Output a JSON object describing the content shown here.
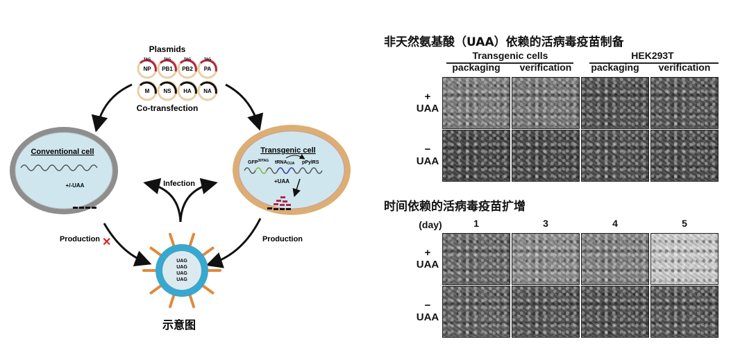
{
  "diagram": {
    "plasmids_title": "Plasmids",
    "tag": "TAG",
    "plasmids_row1": [
      "NP",
      "PB1",
      "PB2",
      "PA"
    ],
    "plasmids_row2": [
      "M",
      "NS",
      "HA",
      "NA"
    ],
    "cotransfection": "Co-transfection",
    "conventional_cell": {
      "title": "Conventional cell",
      "condition": "+/-UAA"
    },
    "transgenic_cell": {
      "title": "Transgenic cell",
      "gene1": "GFP",
      "gene1_sup": "39TAG",
      "gene2": "tRNA",
      "gene2_sub": "CUA",
      "gene3": "pPylRS",
      "condition": "+UAA"
    },
    "infection": "Infection",
    "production_left": "Production",
    "production_right": "Production",
    "virus_labels": [
      "UAG",
      "UAG",
      "UAG",
      "UAG"
    ],
    "caption": "示意图",
    "colors": {
      "conventional_ring": "#9a9a9a",
      "transgenic_ring": "#d9a96a",
      "cell_inner": "#cfe6ef",
      "red_tag": "#b0284a",
      "virus": "#3aa7cf",
      "spike": "#e08a3a"
    }
  },
  "panel1": {
    "title": "非天然氨基酸（UAA）依赖的活病毒疫苗制备",
    "groups": [
      "Transgenic cells",
      "HEK293T"
    ],
    "columns": [
      "packaging",
      "verification",
      "packaging",
      "verification"
    ],
    "rows": [
      {
        "sign": "+",
        "label": "UAA"
      },
      {
        "sign": "−",
        "label": "UAA"
      }
    ]
  },
  "panel2": {
    "title": "时间依赖的活病毒疫苗扩增",
    "unit": "(day)",
    "columns": [
      "1",
      "3",
      "4",
      "5"
    ],
    "rows": [
      {
        "sign": "+",
        "label": "UAA"
      },
      {
        "sign": "−",
        "label": "UAA"
      }
    ]
  }
}
